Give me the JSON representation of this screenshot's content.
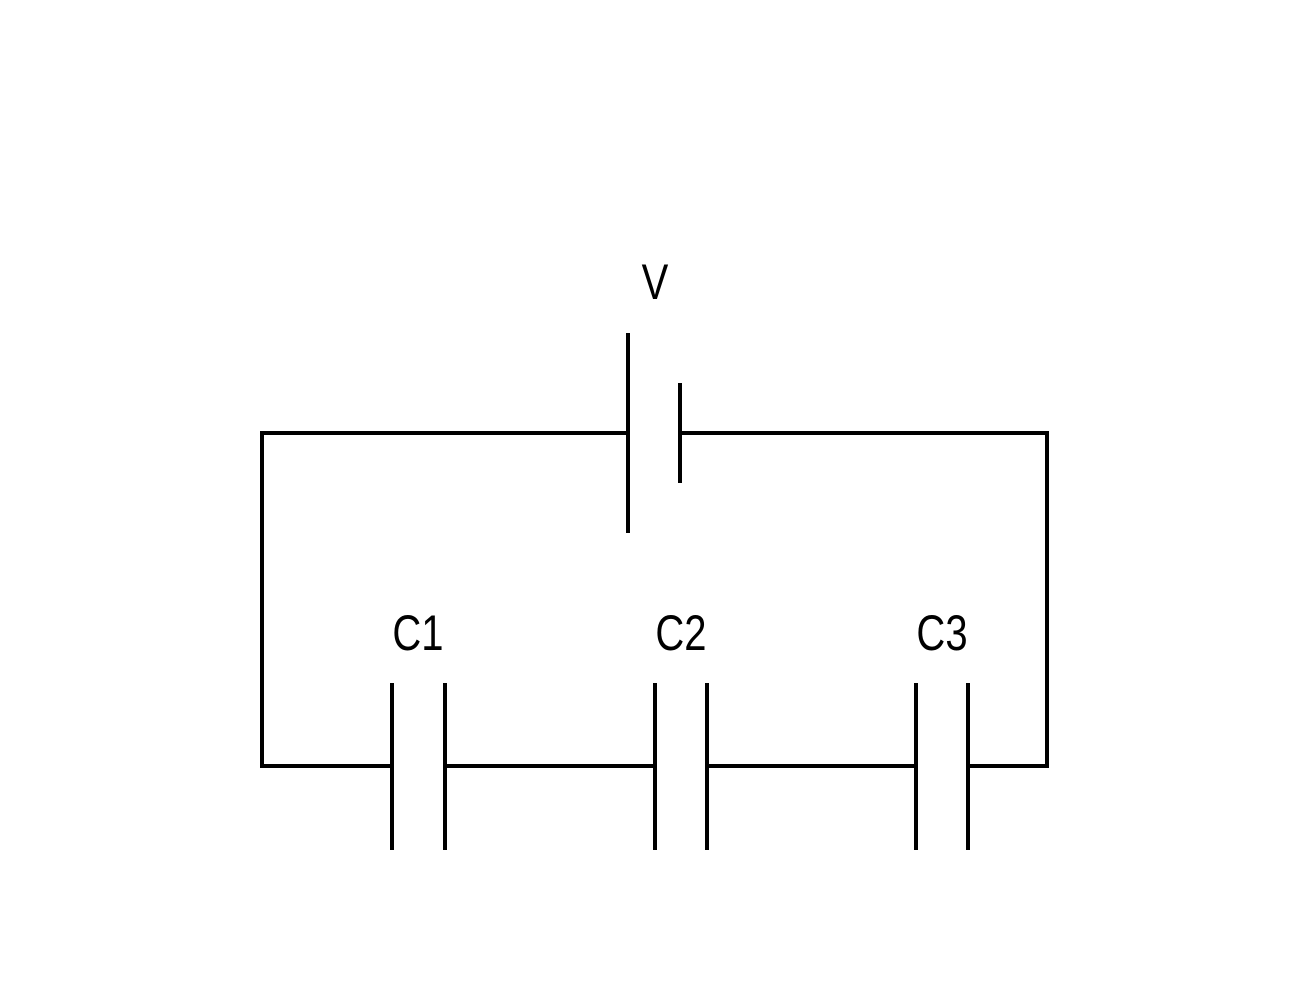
{
  "diagram": {
    "battery_label": "V",
    "capacitors": [
      {
        "label": "C1"
      },
      {
        "label": "C2"
      },
      {
        "label": "C3"
      }
    ],
    "colors": {
      "line": "#000000",
      "background": "#ffffff"
    }
  }
}
